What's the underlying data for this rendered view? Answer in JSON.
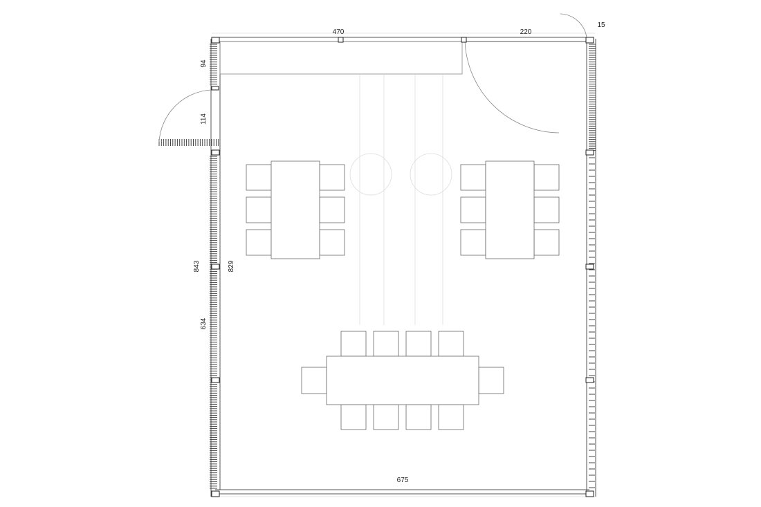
{
  "dimensions": {
    "top_left_span": "470",
    "top_right_span": "220",
    "corner_offset": "15",
    "left_upper_window": "94",
    "left_door": "114",
    "left_total": "843",
    "inner_height": "829",
    "left_lower_glazing": "634",
    "bottom_width": "675"
  },
  "colors": {
    "wall": "#555555",
    "furniture_outline": "#666666",
    "text": "#222222"
  }
}
